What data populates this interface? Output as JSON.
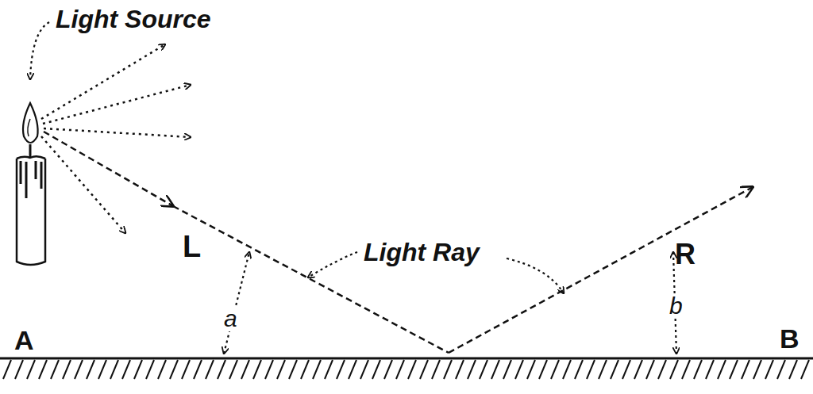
{
  "diagram": {
    "labels": [
      "Light Source",
      "L",
      "Light Ray",
      "a",
      "R",
      "b",
      "A",
      "B"
    ]
  }
}
